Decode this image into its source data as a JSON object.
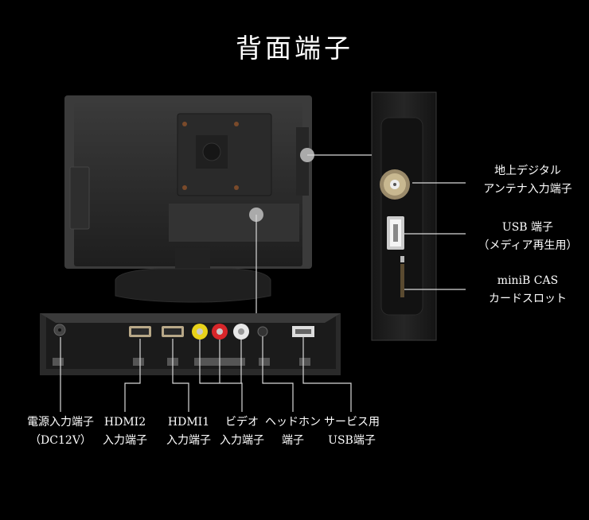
{
  "title": "背面端子",
  "side_labels": [
    {
      "line1": "地上デジタル",
      "line2": "アンテナ入力端子"
    },
    {
      "line1": "USB 端子",
      "line2": "（メディア再生用）"
    },
    {
      "line1": "miniB CAS",
      "line2": "カードスロット"
    }
  ],
  "bottom_labels": [
    {
      "line1": "電源入力端子",
      "line2": "（DC12V）"
    },
    {
      "line1": "HDMI2",
      "line2": "入力端子"
    },
    {
      "line1": "HDMI1",
      "line2": "入力端子"
    },
    {
      "line1": "ビデオ",
      "line2": "入力端子"
    },
    {
      "line1": "ヘッドホン",
      "line2": "端子"
    },
    {
      "line1": "サービス用",
      "line2": "USB端子"
    }
  ],
  "colors": {
    "background": "#000000",
    "tv_body": "#2b2b2b",
    "rca_yellow": "#e8d21a",
    "rca_red": "#d8262a",
    "rca_white": "#e8e8e8"
  }
}
